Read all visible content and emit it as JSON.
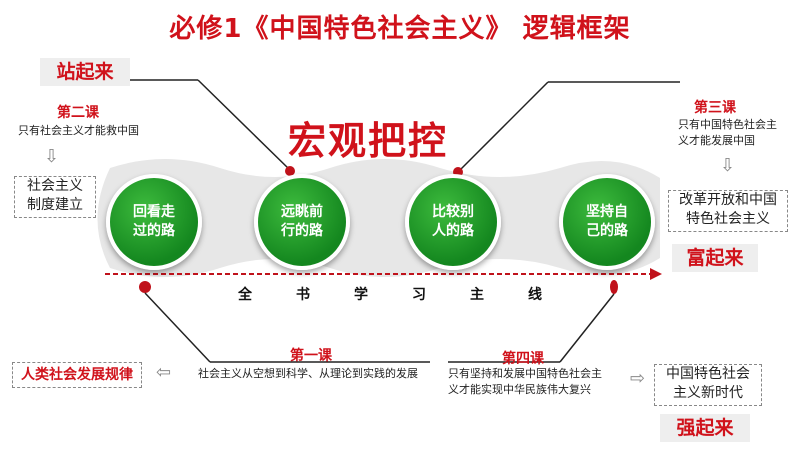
{
  "title": "必修1《中国特色社会主义》 逻辑框架",
  "center_label": "宏观把控",
  "tags": {
    "stand": "站起来",
    "rich": "富起来",
    "strong": "强起来"
  },
  "circles": [
    "回看走\n过的路",
    "远眺前\n行的路",
    "比较别\n人的路",
    "坚持自\n己的路"
  ],
  "axis_label": "全书学习主线",
  "lessons": {
    "l2_title": "第二课",
    "l2_text": "只有社会主义才能救中国",
    "l2_box": "社会主义\n制度建立",
    "l3_title": "第三课",
    "l3_text": "只有中国特色社会主\n义才能发展中国",
    "l3_box": "改革开放和中国\n特色社会主义",
    "l1_title": "第一课",
    "l1_text": "社会主义从空想到科学、从理论到实践的发展",
    "l1_box": "人类社会发展规律",
    "l4_title": "第四课",
    "l4_text": "只有坚持和发展中国特色社会主\n义才能实现中华民族伟大复兴",
    "l4_box": "中国特色社会\n主义新时代"
  },
  "colors": {
    "accent": "#d0121b",
    "green": "#1f9a2a",
    "band": "#ececec"
  }
}
